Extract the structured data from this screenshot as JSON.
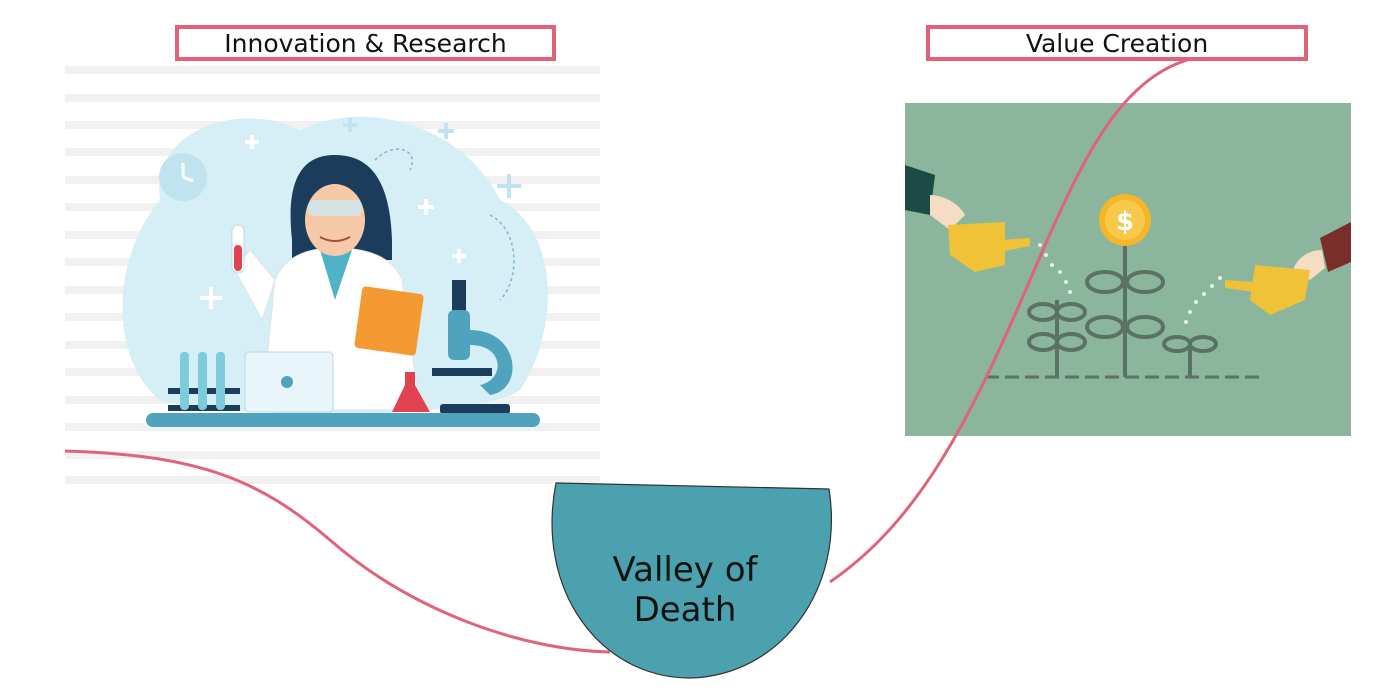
{
  "labels": {
    "left": "Innovation & Research",
    "right": "Value Creation",
    "valley_line1": "Valley of",
    "valley_line2": "Death"
  },
  "colors": {
    "curve": "#e0637a",
    "valley_fill": "#4ba2ae",
    "panel_green": "#8bb59c",
    "lab_blob": "#d6eef6"
  }
}
